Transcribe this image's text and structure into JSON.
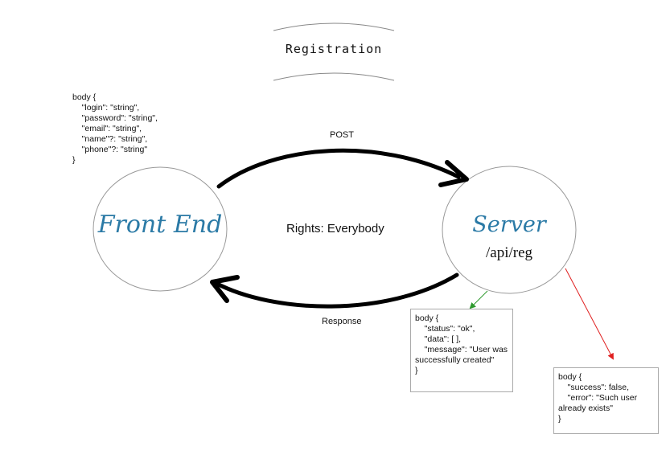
{
  "title": "Registration",
  "nodes": {
    "frontend": {
      "label": "Front End"
    },
    "server": {
      "label": "Server",
      "sublabel": "/api/reg"
    }
  },
  "edges": {
    "request": {
      "label": "POST"
    },
    "response": {
      "label": "Response"
    }
  },
  "rights": "Rights: Everybody",
  "request_body": "body {\n    \"login\": \"string\",\n    \"password\": \"string\",\n    \"email\": \"string\",\n    \"name\"?: \"string\",\n    \"phone\"?: \"string\"\n}",
  "success_body": "body {\n    \"status\": \"ok\",\n    \"data\": [ ],\n    \"message\": \"User was successfully created\"\n}",
  "error_body": "body {\n    \"success\": false,\n    \"error\": \"Such user already exists\"\n}",
  "colors": {
    "node_text": "#2b7aa6",
    "success_arrow": "#2e9a2e",
    "error_arrow": "#e02020"
  }
}
